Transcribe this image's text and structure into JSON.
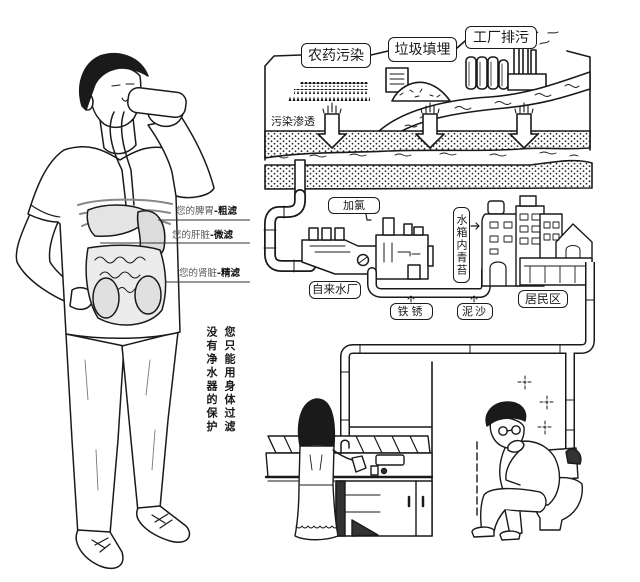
{
  "illustration": {
    "pollution_sources": [
      {
        "label": "农药污染"
      },
      {
        "label": "垃圾填埋"
      },
      {
        "label": "工厂排污"
      }
    ],
    "seepage_label": "污染渗透",
    "chlorination_label": "加氯",
    "water_plant_label": "自来水厂",
    "pipe_contaminants": [
      {
        "label": "铁锈"
      },
      {
        "label": "泥沙"
      }
    ],
    "tank_label": "水箱内青苔",
    "residential_label": "居民区"
  },
  "body_filters": [
    {
      "organ": "您的脾胃",
      "sep": "-",
      "filter": "粗滤"
    },
    {
      "organ": "您的肝脏",
      "sep": "-",
      "filter": "微滤"
    },
    {
      "organ": "您的肾脏",
      "sep": "-",
      "filter": "精滤"
    }
  ],
  "caption": {
    "line1": "您只能用身体过滤",
    "line2": "没有净水器的保护"
  },
  "colors": {
    "ink": "#1a1a1a",
    "paper": "#ffffff",
    "label_gray": "#555555",
    "organ_fill": "#e4e4e4"
  }
}
